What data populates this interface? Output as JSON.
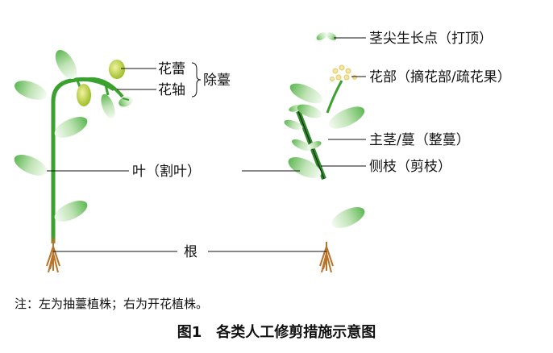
{
  "labels": {
    "bud": "花蕾",
    "pedicel": "花轴",
    "remove_bolt": "除薹",
    "leaf": "叶（割叶）",
    "root": "根",
    "stem_tip": "茎尖生长点（打顶）",
    "flower_part": "花部（摘花部/疏花果）",
    "main_stem": "主茎/蔓（整蔓）",
    "side_branch": "侧枝（剪枝）"
  },
  "note": "注：左为抽薹植株；右为开花植株。",
  "caption": "图1　各类人工修剪措施示意图",
  "colors": {
    "stem": "#3aa12f",
    "leaf_light": "#eaf6e6",
    "leaf_mid": "#6cc05e",
    "root": "#b8742a",
    "bud": "#d6d64a",
    "line": "#111111"
  }
}
